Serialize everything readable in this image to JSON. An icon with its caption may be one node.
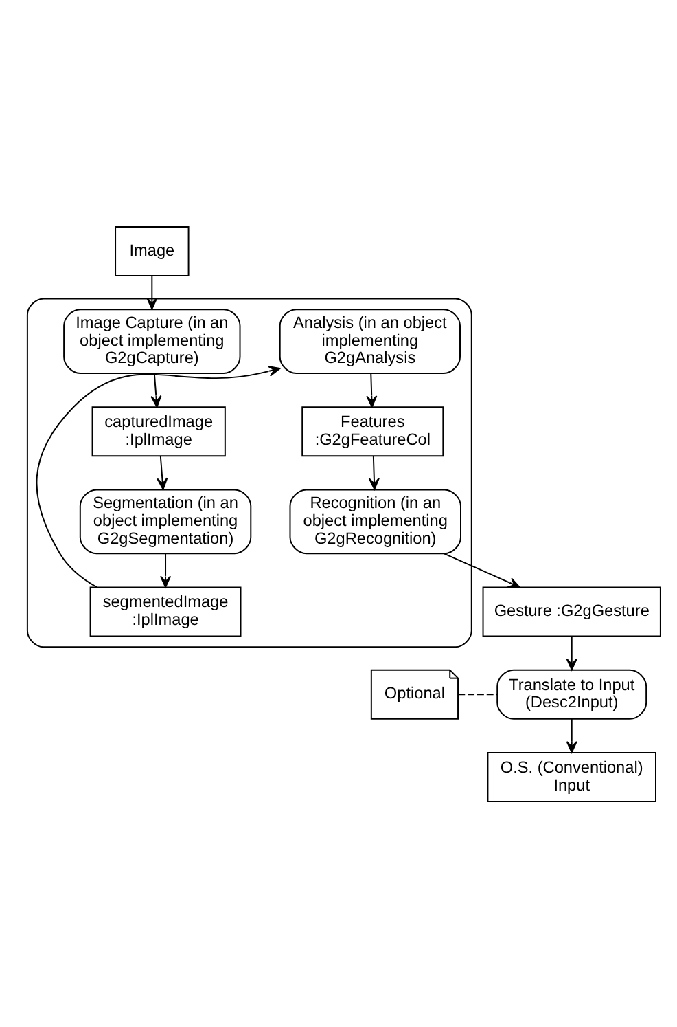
{
  "diagram": {
    "nodes": [
      {
        "text": [],
        "shape": "box"
      },
      {
        "text": [
          "Image"
        ]
      },
      {
        "text": [
          "Image Capture (in an object implementing G2gCapture)"
        ],
        "in": 0
      },
      {
        "text": [
          "capturedImage :IplImage"
        ],
        "in": 0
      },
      {
        "text": [
          "Segmentation (in an object implementing G2gSegmentation)"
        ],
        "in": 0
      },
      {
        "text": [
          "segmentedImage :IplImage"
        ],
        "in": 0
      },
      {
        "text": [
          "Analysis (in an object implementing G2gAnalysis"
        ],
        "in": 0
      },
      {
        "text": [
          "Features :G2gFeatureCol"
        ],
        "in": 0
      },
      {
        "text": [
          "Recognition (in an object implementing G2gRecognition)"
        ],
        "in": 0
      },
      {
        "text": [
          "Gesture :G2gGesture"
        ]
      },
      {
        "text": [
          "Optional"
        ]
      },
      {
        "text": [
          "Translate to Input (Desc2Input)"
        ]
      },
      {
        "text": [
          "O.S. (Conventional) Input"
        ]
      }
    ],
    "edges": [
      {
        "from": 1,
        "to": 2,
        "arrow": "to"
      },
      {
        "from": 2,
        "to": 3,
        "arrow": "to"
      },
      {
        "from": 3,
        "to": 4,
        "arrow": "to"
      },
      {
        "from": 4,
        "to": 5,
        "arrow": "to"
      },
      {
        "from": 5,
        "to": 6,
        "arrow": "to"
      },
      {
        "from": 6,
        "to": 7,
        "arrow": "to"
      },
      {
        "from": 7,
        "to": 8,
        "arrow": "to"
      },
      {
        "from": 8,
        "to": 9,
        "arrow": "to"
      },
      {
        "from": 9,
        "to": 11,
        "arrow": "to"
      },
      {
        "from": 10,
        "to": 11,
        "arrow": "none",
        "style": "dashed"
      },
      {
        "from": 11,
        "to": 12,
        "arrow": "to"
      }
    ]
  }
}
